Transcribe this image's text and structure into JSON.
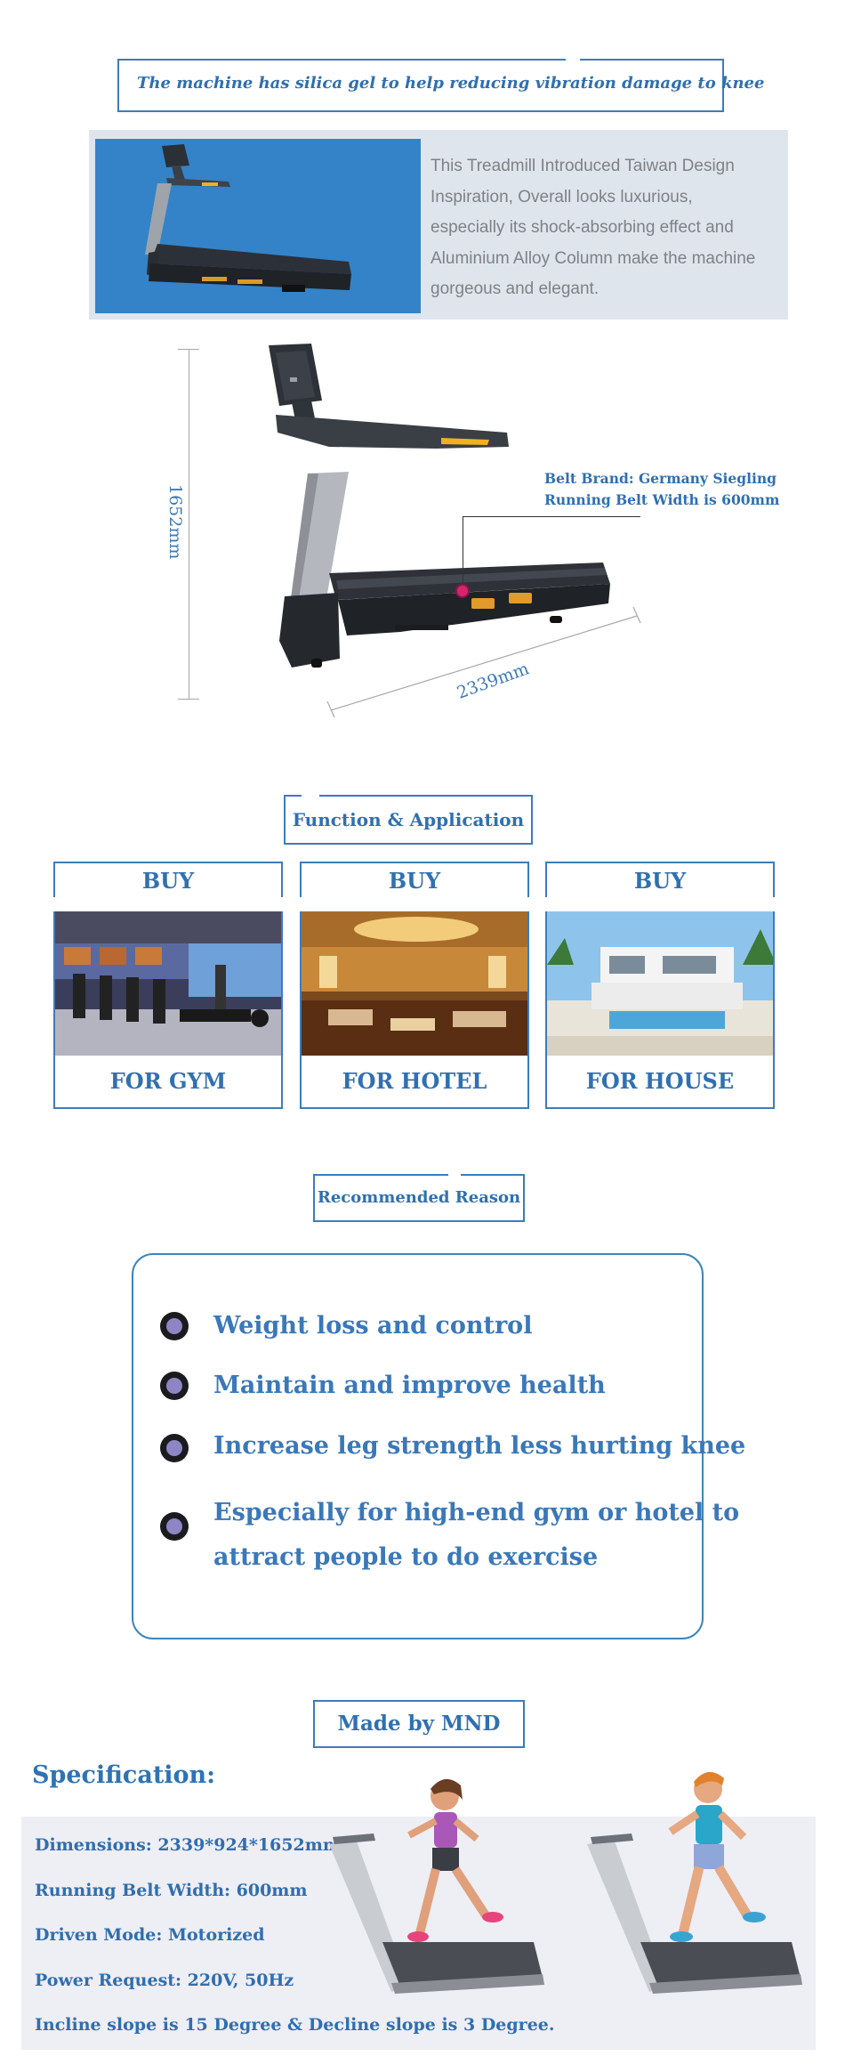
{
  "banner": {
    "text": "The machine has silica gel to help reducing vibration damage to  knee"
  },
  "intro": {
    "lines": [
      "This Treadmill Introduced Taiwan Design",
      "Inspiration, Overall looks  luxurious,",
      "especially its shock-absorbing effect and",
      "Aluminium Alloy Column make the machine",
      "gorgeous and elegant."
    ]
  },
  "dimensions": {
    "height": "1652mm",
    "width": "2339mm",
    "callout_line1": "Belt Brand: Germany Siegling",
    "callout_line2": "Running Belt Width is 600mm"
  },
  "function_section": {
    "title": "Function & Application",
    "cards": [
      {
        "buy": "BUY",
        "label": "FOR GYM"
      },
      {
        "buy": "BUY",
        "label": "FOR HOTEL"
      },
      {
        "buy": "BUY",
        "label": "FOR HOUSE"
      }
    ]
  },
  "reason_section": {
    "title": "Recommended Reason",
    "items": [
      "Weight loss and control",
      "Maintain and improve health",
      "Increase leg strength less hurting knee",
      "Especially for high-end gym  or hotel to",
      "attract people to do exercise"
    ]
  },
  "maker": {
    "title": "Made by MND"
  },
  "specification": {
    "title": "Specification:",
    "lines": [
      "Dimensions: 2339*924*1652mm",
      "Running Belt Width: 600mm",
      "Driven Mode: Motorized",
      "Power Request: 220V, 50Hz",
      "Incline slope is 15 Degree & Decline slope is 3 Degree."
    ]
  },
  "colors": {
    "accent_blue": "#3a7dbd",
    "intro_bg": "#dfe5ed",
    "photo_blue": "#3483c8",
    "bullet_purple": "#8c86c4",
    "callout_dot": "#d6246e"
  }
}
